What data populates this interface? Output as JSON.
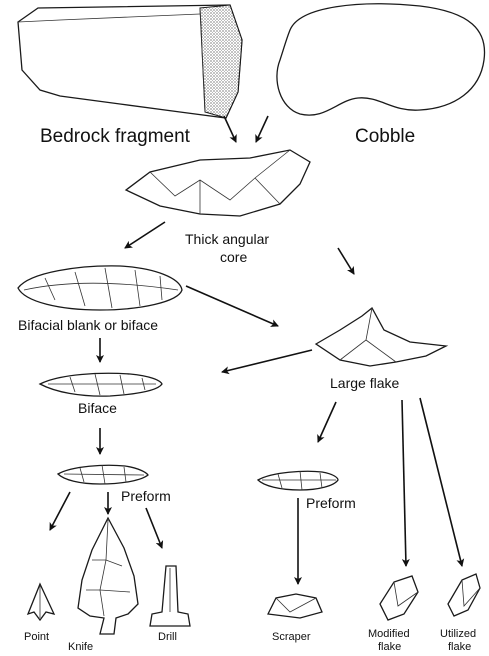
{
  "labels": {
    "bedrock_fragment": "Bedrock fragment",
    "cobble": "Cobble",
    "thick_core_line1": "Thick angular",
    "thick_core_line2": "core",
    "bifacial_blank": "Bifacial blank or biface",
    "large_flake": "Large flake",
    "biface": "Biface",
    "preform_left": "Preform",
    "preform_right": "Preform",
    "point": "Point",
    "knife": "Knife",
    "drill": "Drill",
    "scraper": "Scraper",
    "modified_flake_line1": "Modified",
    "modified_flake_line2": "flake",
    "utilized_flake_line1": "Utilized",
    "utilized_flake_line2": "flake"
  },
  "colors": {
    "ink": "#111111",
    "paper": "#ffffff"
  }
}
